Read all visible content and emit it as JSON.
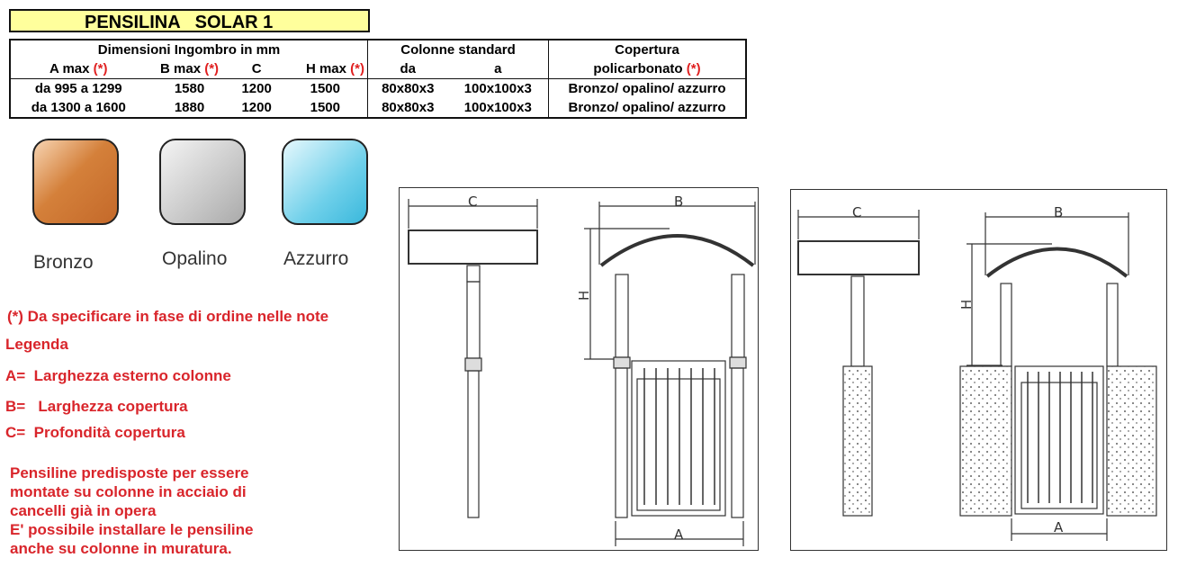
{
  "title": "PENSILINA   SOLAR 1",
  "table": {
    "group_headers": [
      "Dimensioni Ingombro in mm",
      "Colonne standard",
      "Copertura"
    ],
    "sub_headers": [
      "A max",
      "B max",
      "C",
      "H max",
      "da",
      "a",
      "policarbonato"
    ],
    "star": "(*)",
    "rows": [
      [
        "da 995 a 1299",
        "1580",
        "1200",
        "1500",
        "80x80x3",
        "100x100x3",
        "Bronzo/ opalino/ azzurro"
      ],
      [
        "da 1300 a 1600",
        "1880",
        "1200",
        "1500",
        "80x80x3",
        "100x100x3",
        "Bronzo/ opalino/ azzurro"
      ]
    ]
  },
  "swatches": [
    {
      "label": "Bronzo",
      "color": "#d4803a"
    },
    {
      "label": "Opalino",
      "color": "#c8c8c8"
    },
    {
      "label": "Azzurro",
      "color": "#6fd0ea"
    }
  ],
  "notes": {
    "specify": "(*) Da specificare in fase di ordine nelle note",
    "legend_title": "Legenda",
    "legend": [
      "A=  Larghezza esterno colonne",
      "B=   Larghezza copertura",
      "C=  Profondità copertura"
    ],
    "paragraph": [
      "Pensiline predisposte per essere",
      "montate su colonne in acciaio di",
      "cancelli già in opera",
      "E' possibile installare le pensiline",
      "anche su colonne in muratura."
    ]
  },
  "diagram_labels": {
    "c": "C",
    "b": "B",
    "h": "H",
    "a": "A"
  }
}
